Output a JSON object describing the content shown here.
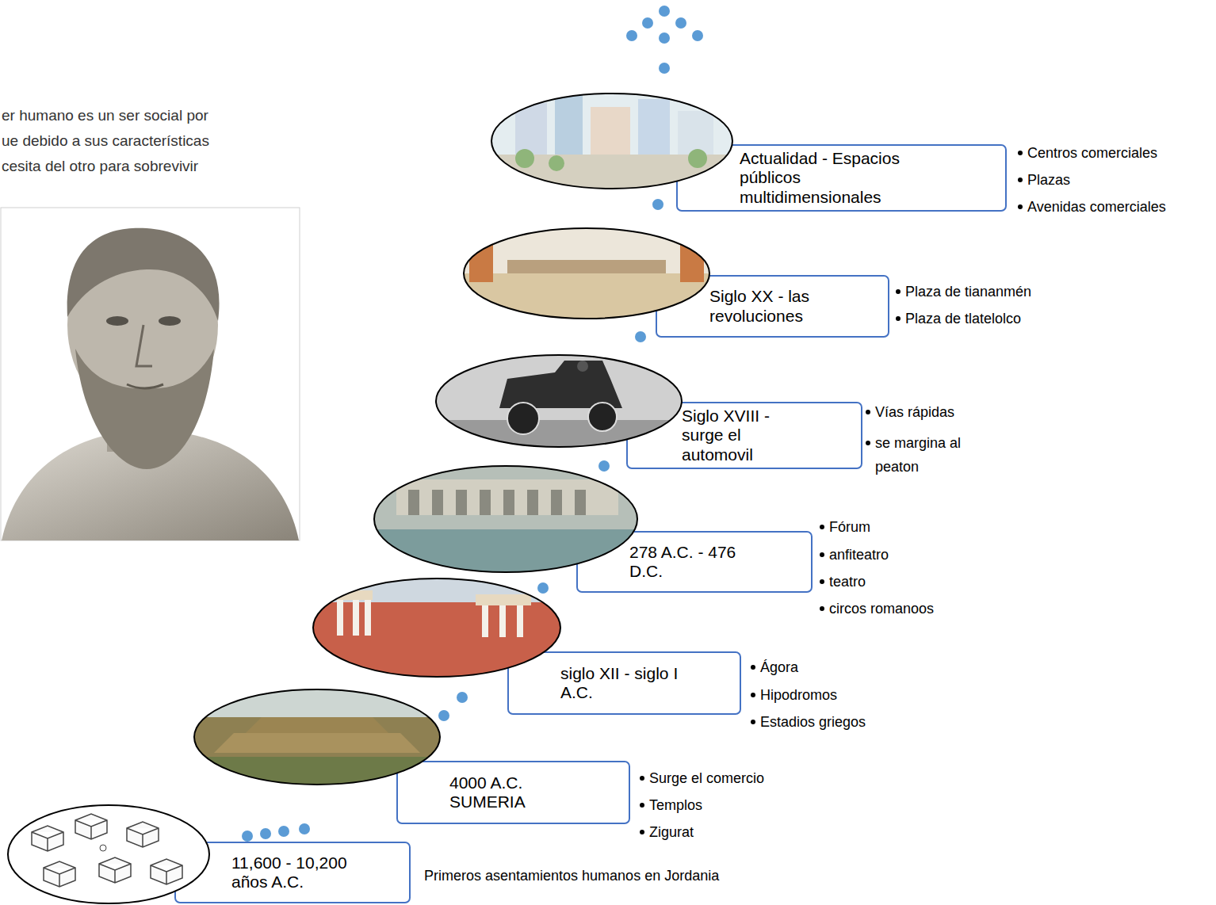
{
  "diagram": {
    "nodes": [
      {
        "text": [
          "Actualidad - Espacios públicos multidimensionales"
        ]
      },
      {
        "text": [
          "Siglo XX - las revoluciones"
        ]
      },
      {
        "text": [
          "Siglo XVIII - surge el automovil"
        ]
      },
      {
        "text": [
          "278 A.C. - 476 D.C."
        ]
      },
      {
        "text": [
          "siglo XII - siglo I A.C."
        ]
      },
      {
        "text": [
          "4000 A.C. SUMERIA"
        ]
      },
      {
        "text": [
          "11,600 - 10,200 años A.C."
        ]
      }
    ],
    "labels": [
      "er humano es un ser social por ue debido a sus características cesita del otro para sobrevivir",
      "Centros comerciales",
      "Plazas",
      "Avenidas comerciales",
      "Plaza de tiananmén",
      "Plaza de tlatelolco",
      "Vías rápidas",
      "se margina al peaton",
      "Fórum",
      "anfiteatro",
      "teatro",
      "circos romanoos",
      "Ágora",
      "Hipodromos",
      "Estadios griegos",
      "Surge el comercio",
      "Templos",
      "Zigurat",
      "Primeros asentamientos humanos en Jordania"
    ]
  }
}
